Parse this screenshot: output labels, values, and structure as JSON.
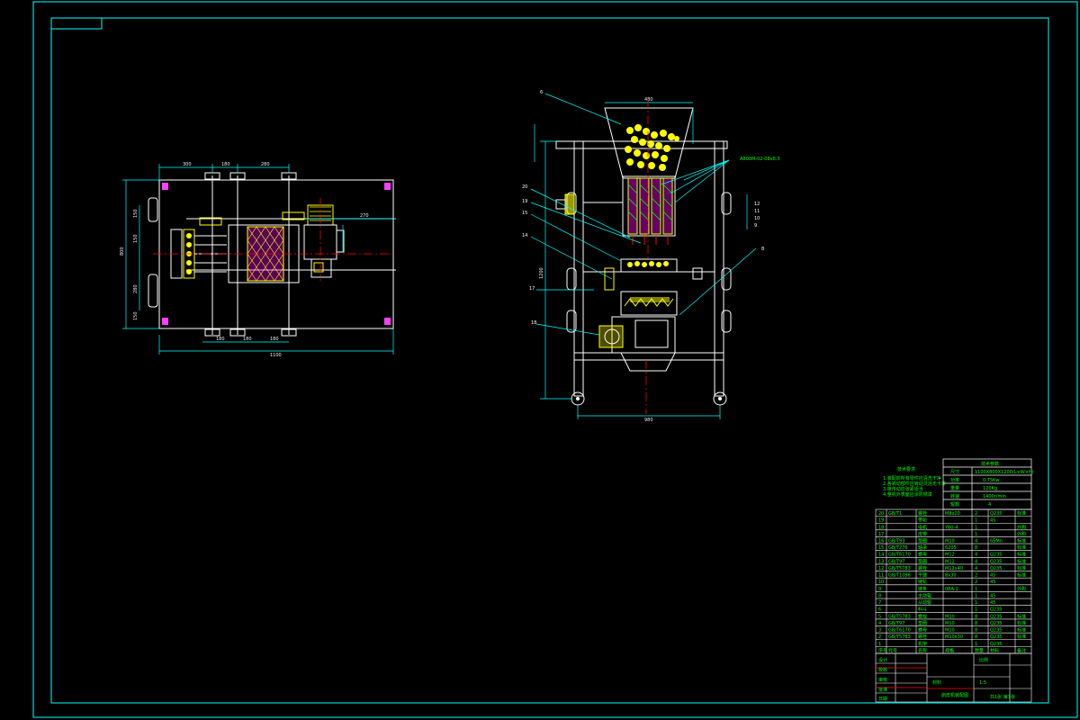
{
  "drawing": {
    "colors": {
      "background": "#000000",
      "border": "#00ffff",
      "outline": "#ffffff",
      "dimension": "#00ffff",
      "centerline": "#ff0000",
      "text": "#00ff00",
      "part": "#ffff00",
      "hatch": "#ff00ff"
    },
    "top_view": {
      "dims_top": [
        "300",
        "180",
        "280"
      ],
      "dims_left": [
        "150",
        "150",
        "280",
        "150"
      ],
      "dim_total_height": "800",
      "dims_bottom": [
        "180",
        "180",
        "180"
      ],
      "dim_total_width": "1100",
      "dim_right": "270"
    },
    "front_view": {
      "hopper_width": "480",
      "overall_height": "1200",
      "base_width": "980",
      "belt_note": "A800M-02-08x8.3",
      "balloon_numbers": [
        "6",
        "20",
        "19",
        "15",
        "14",
        "17",
        "18"
      ],
      "right_balloons": [
        "12",
        "11",
        "10",
        "9",
        "8"
      ]
    },
    "tech_specs": {
      "header": "技术参数",
      "rows": [
        {
          "name": "尺寸",
          "value": "1100X800X1200(L×W×H)"
        },
        {
          "name": "功率",
          "value": "0.75Kw"
        },
        {
          "name": "重量",
          "value": "120Kg"
        },
        {
          "name": "转速",
          "value": "1400r/min"
        },
        {
          "name": "辊数",
          "value": "4"
        }
      ]
    },
    "tech_requirements": {
      "title": "技术要求",
      "lines": [
        "1.装配前所有零件应清洗干净",
        "2.各转动部件应转动灵活无卡滞",
        "3.链传动应张紧适当",
        "4.整机外表面应涂防锈漆"
      ]
    },
    "parts_list": {
      "rows": [
        {
          "no": "20",
          "code": "GB/T1",
          "name": "螺栓",
          "spec": "M8x20",
          "qty": "2",
          "mat": "Q235",
          "note": "标准"
        },
        {
          "no": "19",
          "code": "",
          "name": "带轮",
          "spec": "",
          "qty": "1",
          "mat": "45",
          "note": ""
        },
        {
          "no": "18",
          "code": "",
          "name": "电机",
          "spec": "Y80-4",
          "qty": "1",
          "mat": "",
          "note": "外购"
        },
        {
          "no": "17",
          "code": "",
          "name": "皮带",
          "spec": "",
          "qty": "1",
          "mat": "",
          "note": "外购"
        },
        {
          "no": "16",
          "code": "GB/T93",
          "name": "垫圈",
          "spec": "M10",
          "qty": "4",
          "mat": "65Mn",
          "note": "标准"
        },
        {
          "no": "15",
          "code": "GB/T276",
          "name": "轴承",
          "spec": "6205",
          "qty": "8",
          "mat": "",
          "note": "标准"
        },
        {
          "no": "14",
          "code": "GB/T6170",
          "name": "螺母",
          "spec": "M12",
          "qty": "4",
          "mat": "Q235",
          "note": "标准"
        },
        {
          "no": "13",
          "code": "GB/T97",
          "name": "垫圈",
          "spec": "M12",
          "qty": "4",
          "mat": "Q235",
          "note": "标准"
        },
        {
          "no": "12",
          "code": "GB/T5783",
          "name": "螺栓",
          "spec": "M12x40",
          "qty": "4",
          "mat": "Q235",
          "note": "标准"
        },
        {
          "no": "11",
          "code": "GB/T1096",
          "name": "平键",
          "spec": "8x30",
          "qty": "2",
          "mat": "45",
          "note": "标准"
        },
        {
          "no": "10",
          "code": "",
          "name": "链轮",
          "spec": "",
          "qty": "2",
          "mat": "45",
          "note": ""
        },
        {
          "no": "9",
          "code": "",
          "name": "链条",
          "spec": "08A-1",
          "qty": "1",
          "mat": "",
          "note": "外购"
        },
        {
          "no": "8",
          "code": "",
          "name": "主动辊",
          "spec": "",
          "qty": "1",
          "mat": "45",
          "note": ""
        },
        {
          "no": "7",
          "code": "",
          "name": "从动辊",
          "spec": "",
          "qty": "1",
          "mat": "45",
          "note": ""
        },
        {
          "no": "6",
          "code": "",
          "name": "料斗",
          "spec": "",
          "qty": "1",
          "mat": "Q235",
          "note": ""
        },
        {
          "no": "5",
          "code": "GB/T5783",
          "name": "螺栓",
          "spec": "M10",
          "qty": "8",
          "mat": "Q235",
          "note": "标准"
        },
        {
          "no": "4",
          "code": "GB/T97",
          "name": "垫圈",
          "spec": "M10",
          "qty": "8",
          "mat": "Q235",
          "note": "标准"
        },
        {
          "no": "3",
          "code": "GB/T6170",
          "name": "螺母",
          "spec": "M10",
          "qty": "8",
          "mat": "Q235",
          "note": "标准"
        },
        {
          "no": "2",
          "code": "GB/T5783",
          "name": "螺栓",
          "spec": "M10x30",
          "qty": "8",
          "mat": "Q235",
          "note": "标准"
        },
        {
          "no": "1",
          "code": "",
          "name": "机架",
          "spec": "",
          "qty": "1",
          "mat": "Q235",
          "note": ""
        }
      ],
      "header": {
        "no": "序号",
        "code": "代号",
        "name": "名称",
        "spec": "规格",
        "qty": "数量",
        "mat": "材料",
        "note": "备注"
      }
    },
    "title_block": {
      "drawing_name": "剥皮机装配图",
      "unit": "比例",
      "scale": "1:5",
      "sheet": "共1张 第1张",
      "material": "材料",
      "rows": [
        "设计",
        "校核",
        "审核",
        "批准",
        "日期"
      ]
    }
  }
}
